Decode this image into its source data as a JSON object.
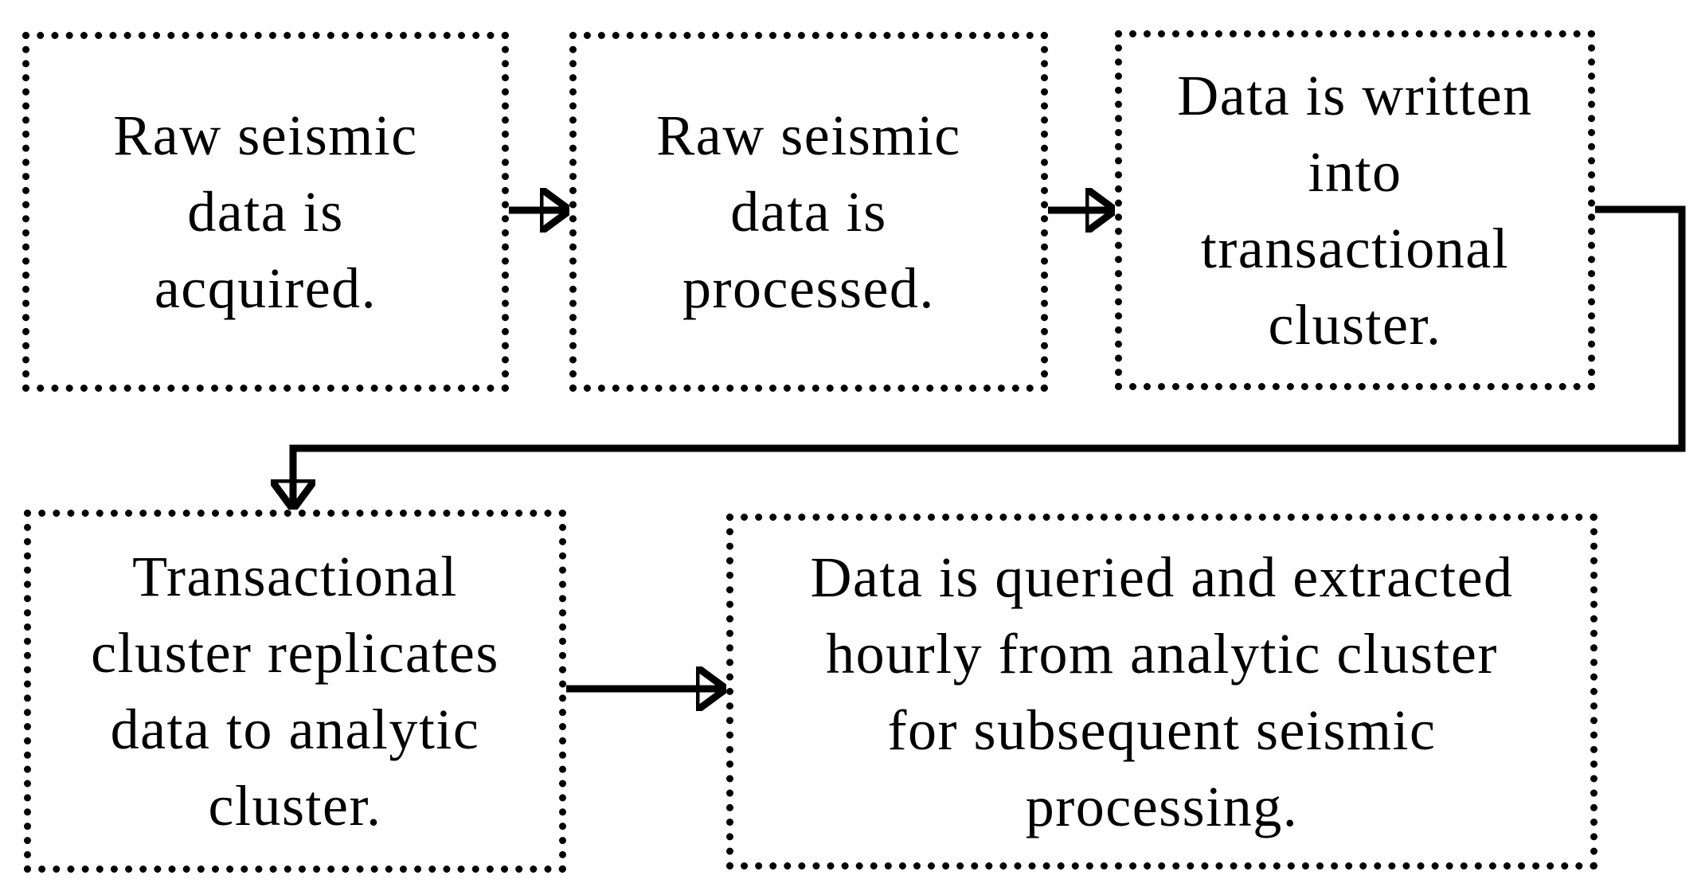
{
  "diagram": {
    "background_color": "#ffffff",
    "line_color": "#000000",
    "text_color": "#000000",
    "border_style": "dotted",
    "steps": [
      {
        "text": "Raw seismic data is acquired.",
        "lines": [
          "Raw seismic",
          "data is",
          "acquired."
        ]
      },
      {
        "text": "Raw seismic data is processed.",
        "lines": [
          "Raw seismic",
          "data is",
          "processed."
        ]
      },
      {
        "text": "Data is written into transactional cluster.",
        "lines": [
          "Data is written",
          "into",
          "transactional",
          "cluster."
        ]
      },
      {
        "text": "Transactional cluster replicates data to analytic cluster.",
        "lines": [
          "Transactional",
          "cluster replicates",
          "data to analytic",
          "cluster."
        ]
      },
      {
        "text": "Data is queried and extracted hourly from analytic cluster for subsequent seismic processing.",
        "lines": [
          "Data is queried and extracted",
          "hourly from analytic cluster",
          "for subsequent seismic",
          "processing."
        ]
      }
    ],
    "connections": [
      {
        "from": "Raw seismic data is acquired.",
        "to": "Raw seismic data is processed.",
        "shape": "straight-arrow-right"
      },
      {
        "from": "Raw seismic data is processed.",
        "to": "Data is written into transactional cluster.",
        "shape": "straight-arrow-right"
      },
      {
        "from": "Data is written into transactional cluster.",
        "to": "Transactional cluster replicates data to analytic cluster.",
        "shape": "elbow-arrow-down"
      },
      {
        "from": "Transactional cluster replicates data to analytic cluster.",
        "to": "Data is queried and extracted hourly from analytic cluster for subsequent seismic processing.",
        "shape": "straight-arrow-right"
      }
    ]
  }
}
